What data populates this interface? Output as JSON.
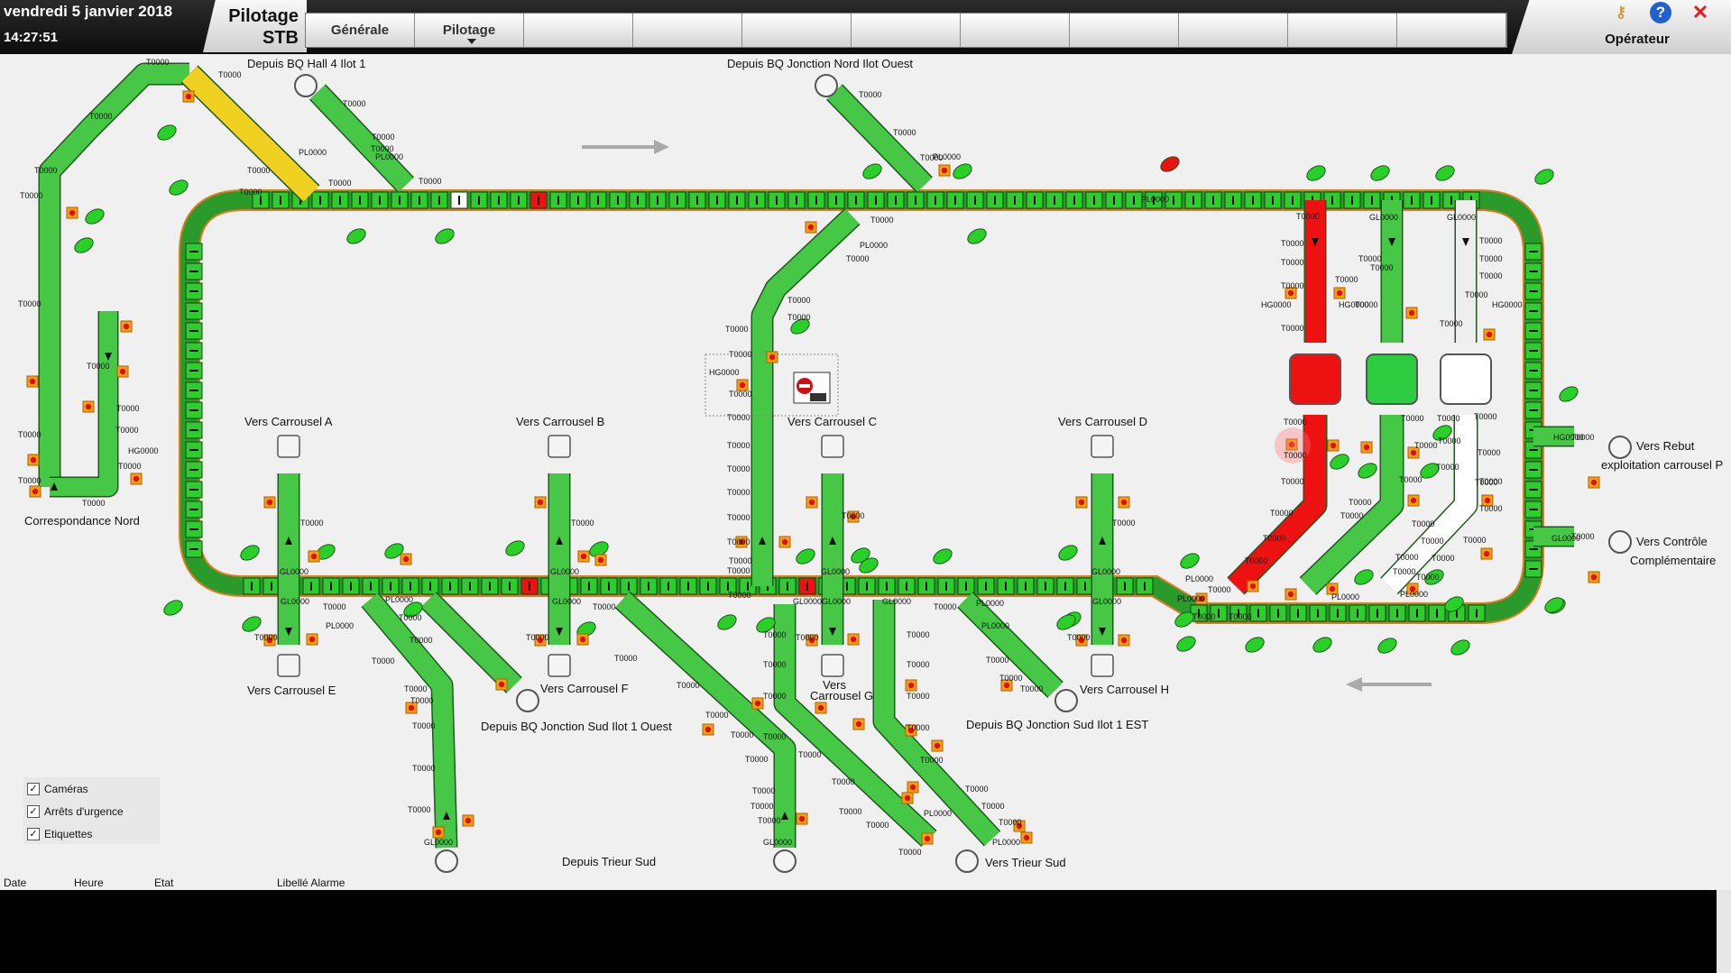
{
  "header": {
    "date": "vendredi 5 janvier 2018",
    "time": "14:27:51",
    "app_title_line1": "Pilotage",
    "app_title_line2": "STB",
    "tabs": [
      {
        "label": "Générale"
      },
      {
        "label": "Pilotage"
      },
      {
        "label": ""
      },
      {
        "label": ""
      },
      {
        "label": ""
      },
      {
        "label": ""
      },
      {
        "label": ""
      },
      {
        "label": ""
      },
      {
        "label": ""
      },
      {
        "label": ""
      },
      {
        "label": ""
      }
    ],
    "operator_label": "Opérateur",
    "icons": [
      "keys-icon",
      "help-icon",
      "close-icon"
    ]
  },
  "diagram": {
    "labels": {
      "depuis_hall4": "Depuis BQ Hall 4 Ilot 1",
      "depuis_jn_ouest": "Depuis BQ Jonction Nord Ilot Ouest",
      "correspondance_nord": "Correspondance Nord",
      "vers_carrousel_a": "Vers Carrousel A",
      "vers_carrousel_b": "Vers Carrousel B",
      "vers_carrousel_c": "Vers Carrousel C",
      "vers_carrousel_d": "Vers Carrousel D",
      "vers_carrousel_e": "Vers Carrousel E",
      "vers_carrousel_f": "Vers Carrousel F",
      "vers_carrousel_g_1": "Vers",
      "vers_carrousel_g_2": "Carrousel G",
      "vers_carrousel_h": "Vers Carrousel H",
      "depuis_js_ouest": "Depuis BQ Jonction Sud Ilot 1 Ouest",
      "depuis_js_est": "Depuis BQ Jonction Sud Ilot 1 EST",
      "depuis_trieur_sud": "Depuis Trieur Sud",
      "vers_trieur_sud": "Vers Trieur Sud",
      "vers_rebut_1": "Vers Rebut",
      "vers_rebut_2": "exploitation carrousel P",
      "vers_controle_1": "Vers Contrôle",
      "vers_controle_2": "Complémentaire"
    },
    "tags": {
      "t": "T0000",
      "pl": "PL0000",
      "gl": "GL0000",
      "hg": "HG0000"
    },
    "colors": {
      "ok": "#2ecc2e",
      "fault": "#ee1111",
      "warn": "#f0d020",
      "off": "#ffffff",
      "sensor": "#f5a010"
    }
  },
  "legend": {
    "items": [
      {
        "label": "Caméras",
        "checked": true
      },
      {
        "label": "Arrêts d'urgence",
        "checked": true
      },
      {
        "label": "Etiquettes",
        "checked": true
      }
    ]
  },
  "alarms": {
    "columns": [
      "Date",
      "Heure",
      "Etat",
      "Libellé Alarme"
    ],
    "rows": []
  }
}
